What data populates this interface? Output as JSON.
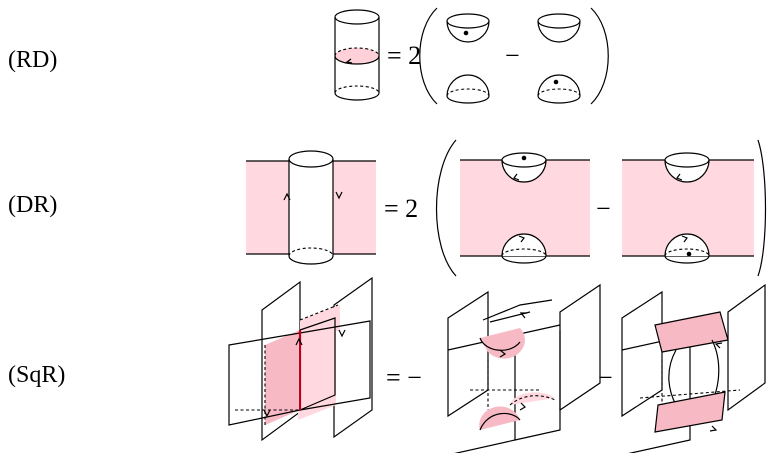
{
  "relations": [
    {
      "label": "(RD)",
      "coefficient": "= 2",
      "minus": "−"
    },
    {
      "label": "(DR)",
      "coefficient": "= 2",
      "minus": "−"
    },
    {
      "label": "(SqR)",
      "coefficient": "= −",
      "minus": "−"
    }
  ],
  "colors": {
    "region": "#ffd9df",
    "region_strong": "#f7b9c4",
    "stroke": "#000000"
  }
}
